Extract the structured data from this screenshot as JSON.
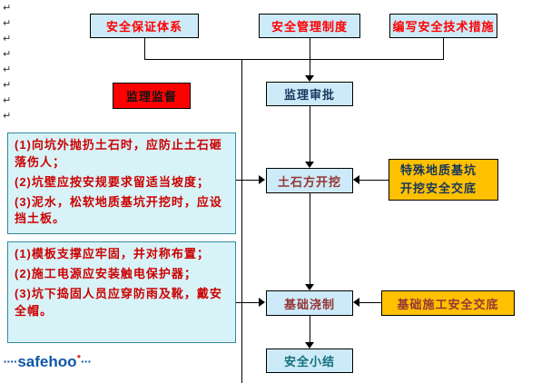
{
  "document": {
    "paragraph_mark": "↵"
  },
  "top_row": {
    "boxes": [
      "安全保证体系",
      "安全管理制度",
      "编写安全技术措施"
    ]
  },
  "supervision": {
    "label": "监理监督"
  },
  "approval": {
    "label": "监理审批"
  },
  "process": {
    "excavation": "土石方开挖",
    "pouring": "基础浇制",
    "summary": "安全小结"
  },
  "notes": [
    {
      "lines": [
        "(1)向坑外抛扔土石时，应防止土石砸落伤人；",
        "(2)坑壁应按安规要求留适当坡度；",
        "(3)泥水，松软地质基坑开挖时，应设挡土板。"
      ]
    },
    {
      "lines": [
        "(1)模板支撑应牢固，并对称布置；",
        "(2)施工电源应安装触电保护器；",
        "(3)坑下捣固人员应穿防雨及靴，戴安全帽。"
      ]
    }
  ],
  "briefings": {
    "special_geology": {
      "line1": "特殊地质基坑",
      "line2": "开挖安全交底"
    },
    "foundation": {
      "label": "基础施工安全交底"
    }
  },
  "watermark": {
    "prefix": "▪▪▪▪",
    "text": "safehoo",
    "dot": "●",
    "suffix": "▪▪▪"
  },
  "colors": {
    "box_fill_blue": "#cdeaf8",
    "note_fill": "#d8f3f8",
    "supervision_red": "#ff0000",
    "briefing_orange": "#ffc000",
    "note_text_red": "#cc0000",
    "top_text_red": "#ff0000"
  }
}
